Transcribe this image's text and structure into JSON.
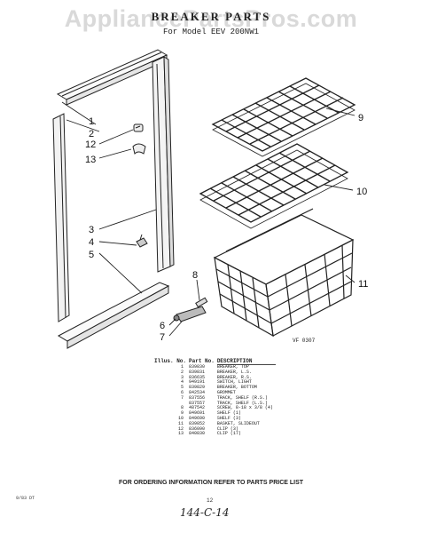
{
  "watermark": "AppliancePartsPros.com",
  "title": "BREAKER PARTS",
  "subtitle": "For Model EEV 200NW1",
  "callouts": [
    {
      "id": "1",
      "label": "1"
    },
    {
      "id": "2",
      "label": "2"
    },
    {
      "id": "12",
      "label": "12"
    },
    {
      "id": "13",
      "label": "13"
    },
    {
      "id": "3",
      "label": "3"
    },
    {
      "id": "4",
      "label": "4"
    },
    {
      "id": "5",
      "label": "5"
    },
    {
      "id": "9",
      "label": "9"
    },
    {
      "id": "10",
      "label": "10"
    },
    {
      "id": "11",
      "label": "11"
    },
    {
      "id": "8",
      "label": "8"
    },
    {
      "id": "6",
      "label": "6"
    },
    {
      "id": "7",
      "label": "7"
    }
  ],
  "figure_code": "VF 0307",
  "parts_list": {
    "headers": {
      "illus_no": "Illus. No.",
      "part_no": "Part No.",
      "description": "DESCRIPTION"
    },
    "rows": [
      {
        "illus": "1",
        "part": "839830",
        "desc": "BREAKER, TOP"
      },
      {
        "illus": "2",
        "part": "839831",
        "desc": "BREAKER, L.S."
      },
      {
        "illus": "3",
        "part": "836635",
        "desc": "BREAKER, R.S."
      },
      {
        "illus": "4",
        "part": "949191",
        "desc": "SWITCH, LIGHT"
      },
      {
        "illus": "5",
        "part": "839829",
        "desc": "BREAKER, BOTTOM"
      },
      {
        "illus": "6",
        "part": "842534",
        "desc": "GROMMET"
      },
      {
        "illus": "7",
        "part": "837556",
        "desc": "TRACK, SHELF (R.S.)"
      },
      {
        "illus": "",
        "part": "837557",
        "desc": "TRACK, SHELF (L.S.)"
      },
      {
        "illus": "8",
        "part": "487542",
        "desc": "SCREW, 8-18 x 3/8 (4)"
      },
      {
        "illus": "9",
        "part": "849691",
        "desc": "SHELF (1)"
      },
      {
        "illus": "10",
        "part": "849690",
        "desc": "SHELF (3)"
      },
      {
        "illus": "11",
        "part": "839852",
        "desc": "BASKET, SLIDEOUT"
      },
      {
        "illus": "12",
        "part": "836090",
        "desc": "CLIP (3)"
      },
      {
        "illus": "13",
        "part": "840830",
        "desc": "CLIP (17)"
      }
    ]
  },
  "footer": "FOR ORDERING INFORMATION REFER TO PARTS PRICE LIST",
  "left_code": "9/83 DT",
  "page_number": "12",
  "handwritten_note": "144-C-14"
}
